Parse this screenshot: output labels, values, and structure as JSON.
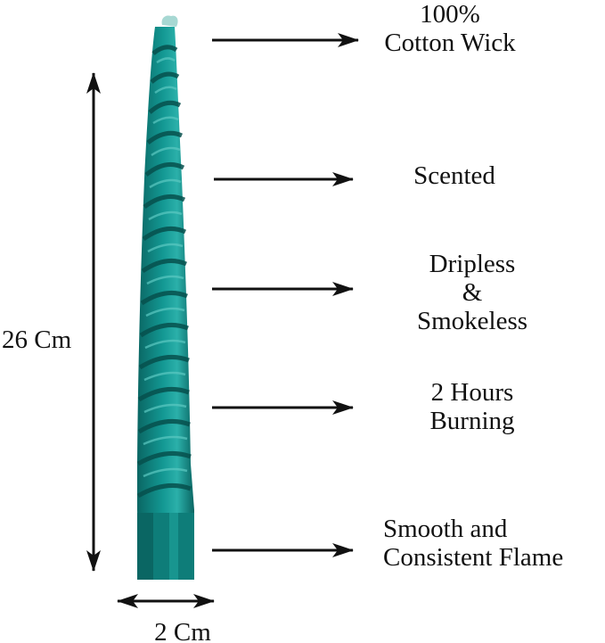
{
  "features": {
    "wick": {
      "line1": "100%",
      "line2": "Cotton Wick"
    },
    "scented": {
      "line1": "Scented"
    },
    "dripless": {
      "line1": "Dripless",
      "line2": "&",
      "line3": "Smokeless"
    },
    "burning": {
      "line1": "2 Hours",
      "line2": "Burning"
    },
    "flame": {
      "line1": "Smooth and",
      "line2": "Consistent Flame"
    }
  },
  "dimensions": {
    "height": "26 Cm",
    "width": "2 Cm"
  },
  "colors": {
    "candle": "#0f8a86",
    "candle_dark": "#0a5f5c",
    "candle_light": "#3fb2ad",
    "ink": "#111111"
  },
  "icons": [
    "arrow-right-icon",
    "double-arrow-vertical-icon",
    "double-arrow-horizontal-icon"
  ]
}
